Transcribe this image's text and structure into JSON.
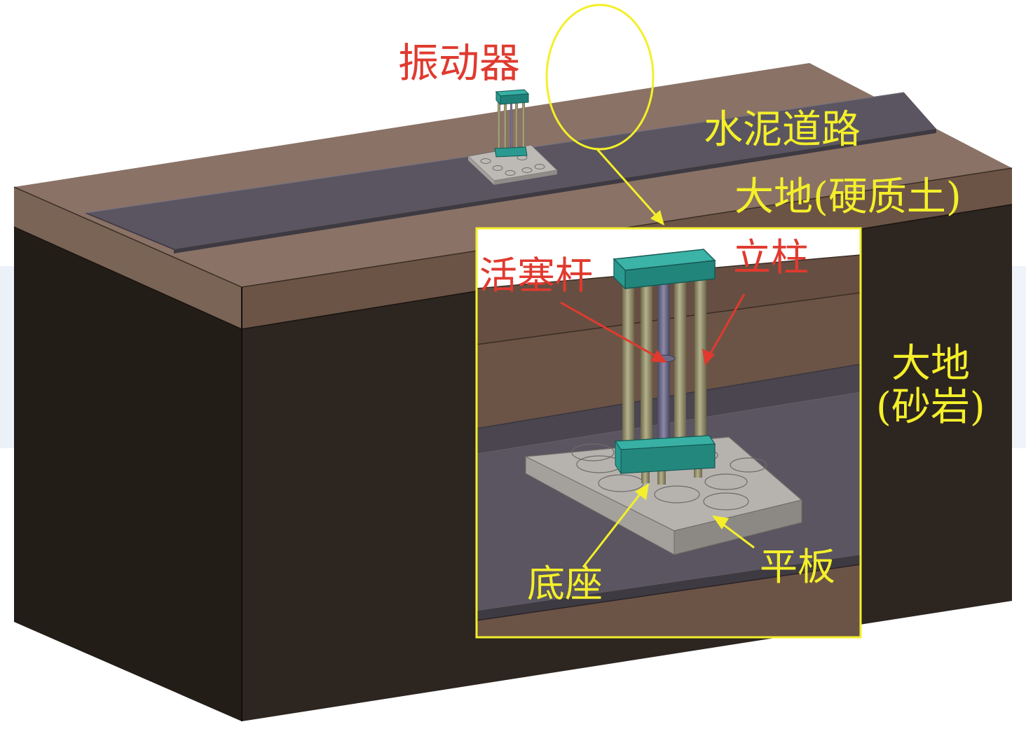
{
  "labels": {
    "vibrator": "振动器",
    "cement_road": "水泥道路",
    "hard_soil_earth": "大地(硬质土)",
    "sandstone_earth_line1": "大地",
    "sandstone_earth_line2": "(砂岩)",
    "piston_rod": "活塞杆",
    "column": "立柱",
    "base": "底座",
    "plate": "平板"
  },
  "colors": {
    "red_label": "#e03a2f",
    "yellow_label": "#f4ef2a",
    "soil_top": "#8a7266",
    "soil_side": "#6b5446",
    "rock_front": "#231d18",
    "rock_right": "#2d2520",
    "road": "#5a5560",
    "vibrator_cap": "#2a9a90",
    "column": "#8f8a68"
  }
}
